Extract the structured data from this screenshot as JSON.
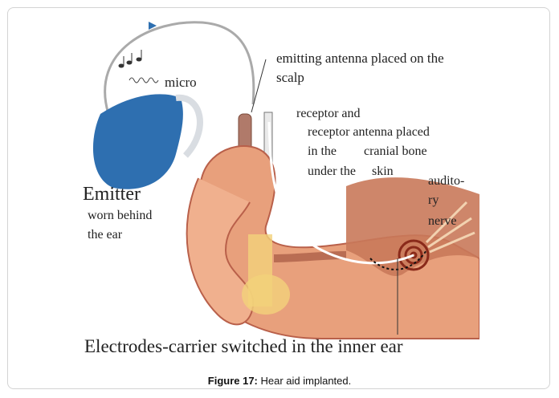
{
  "labels": {
    "micro": "micro",
    "emitting_antenna": "emitting antenna placed on the",
    "scalp": "scalp",
    "receptor_and": "receptor and",
    "receptor_antenna": "receptor antenna placed",
    "in_the": "in the",
    "cranial_bone": "cranial bone",
    "under_the": "under the",
    "skin": "skin",
    "audito": "audito-",
    "ry": "ry",
    "nerve": "nerve",
    "emitter": "Emitter",
    "worn_behind": "worn behind",
    "the_ear": "the ear",
    "electrodes": "Electrodes-carrier switched in the inner ear"
  },
  "caption": {
    "prefix": "Figure 17:",
    "text": " Hear aid implanted."
  },
  "colors": {
    "skin": "#e8a07c",
    "skin_dark": "#c8684a",
    "bone": "#c9795a",
    "hearing_aid": "#2e6fb0",
    "cartilage": "#f2d27a"
  }
}
